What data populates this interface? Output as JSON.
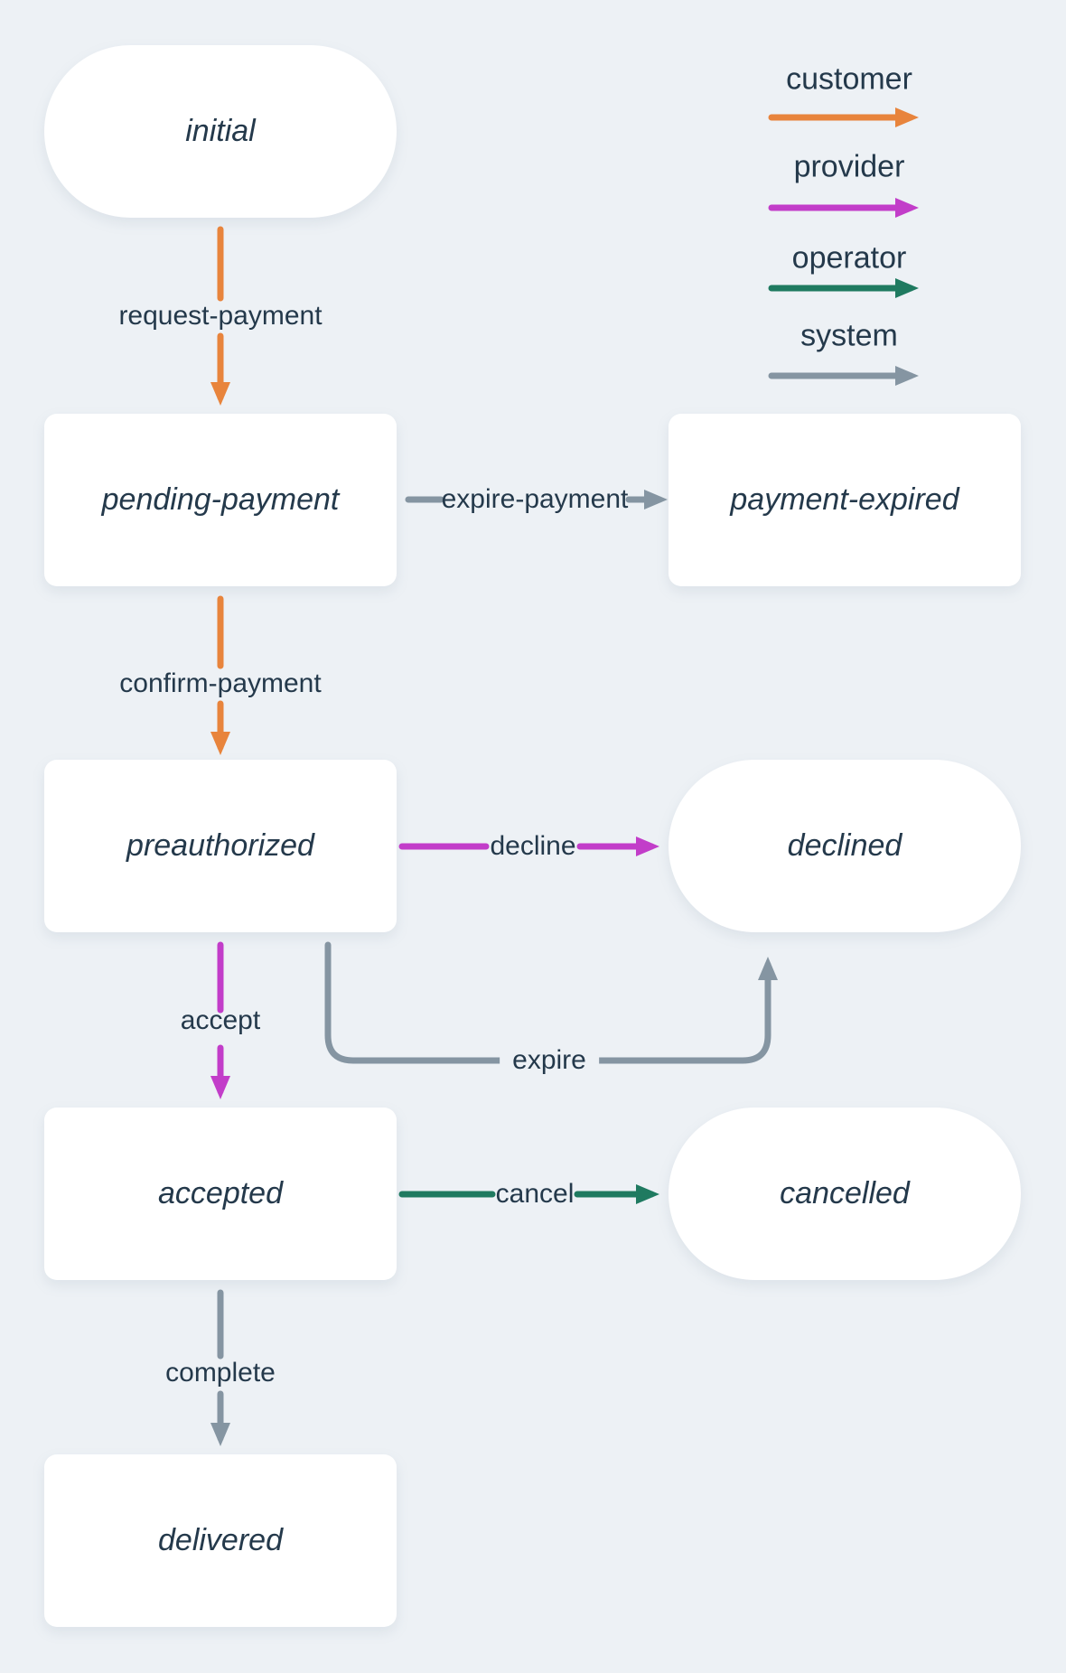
{
  "diagram_type": "state-machine",
  "states": {
    "initial": {
      "label": "initial",
      "shape": "pill"
    },
    "pending_payment": {
      "label": "pending-payment",
      "shape": "rect"
    },
    "payment_expired": {
      "label": "payment-expired",
      "shape": "rect"
    },
    "preauthorized": {
      "label": "preauthorized",
      "shape": "rect"
    },
    "declined": {
      "label": "declined",
      "shape": "pill"
    },
    "accepted": {
      "label": "accepted",
      "shape": "rect"
    },
    "cancelled": {
      "label": "cancelled",
      "shape": "pill"
    },
    "delivered": {
      "label": "delivered",
      "shape": "rect"
    }
  },
  "transitions": {
    "request_payment": {
      "label": "request-payment",
      "actor": "customer",
      "from": "initial",
      "to": "pending-payment"
    },
    "expire_payment": {
      "label": "expire-payment",
      "actor": "system",
      "from": "pending-payment",
      "to": "payment-expired"
    },
    "confirm_payment": {
      "label": "confirm-payment",
      "actor": "customer",
      "from": "pending-payment",
      "to": "preauthorized"
    },
    "decline": {
      "label": "decline",
      "actor": "provider",
      "from": "preauthorized",
      "to": "declined"
    },
    "expire": {
      "label": "expire",
      "actor": "system",
      "from": "preauthorized",
      "to": "declined"
    },
    "accept": {
      "label": "accept",
      "actor": "provider",
      "from": "preauthorized",
      "to": "accepted"
    },
    "cancel": {
      "label": "cancel",
      "actor": "operator",
      "from": "accepted",
      "to": "cancelled"
    },
    "complete": {
      "label": "complete",
      "actor": "system",
      "from": "accepted",
      "to": "delivered"
    }
  },
  "legend": {
    "customer": {
      "label": "customer",
      "color": "#e8843c"
    },
    "provider": {
      "label": "provider",
      "color": "#c23dc9"
    },
    "operator": {
      "label": "operator",
      "color": "#1f7a60"
    },
    "system": {
      "label": "system",
      "color": "#8595a2"
    }
  },
  "colors": {
    "background": "#edf1f5",
    "node_fill": "#ffffff",
    "text": "#24394b"
  }
}
